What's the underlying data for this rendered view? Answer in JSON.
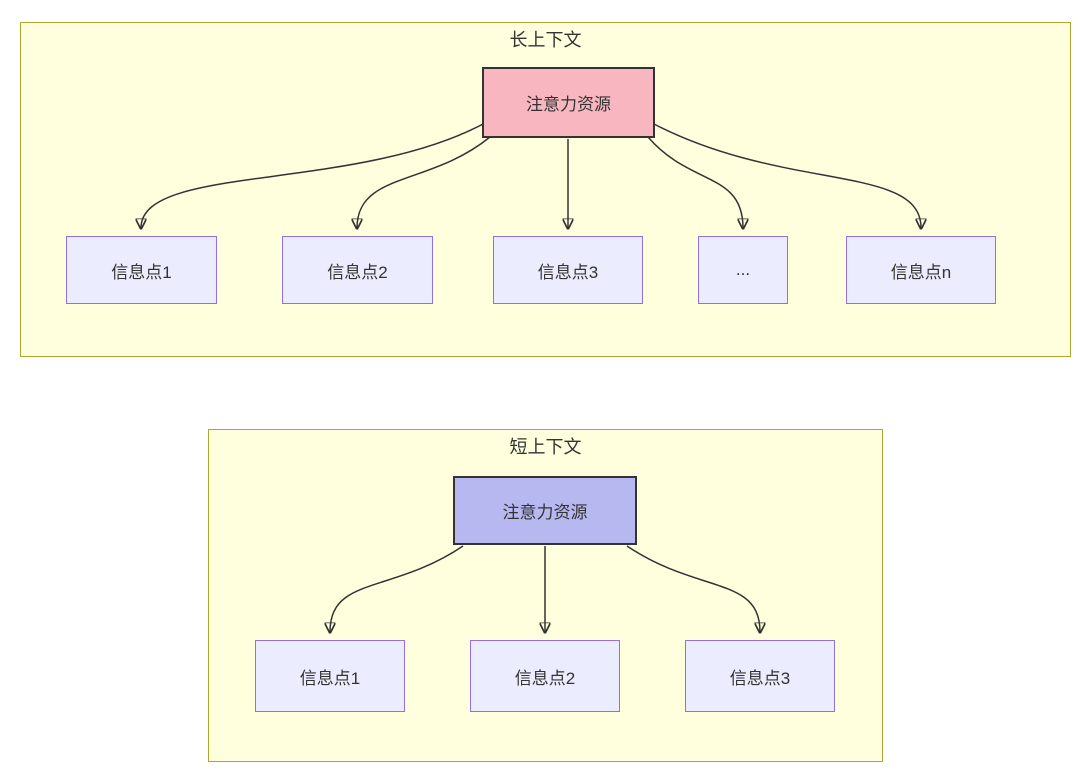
{
  "diagram": {
    "sections": [
      {
        "id": "long-context",
        "title": "长上下文",
        "center_node": {
          "label": "注意力资源",
          "fill": "#f8b7c0",
          "border": "#333333"
        },
        "children": [
          {
            "label": "信息点1"
          },
          {
            "label": "信息点2"
          },
          {
            "label": "信息点3"
          },
          {
            "label": "..."
          },
          {
            "label": "信息点n"
          }
        ]
      },
      {
        "id": "short-context",
        "title": "短上下文",
        "center_node": {
          "label": "注意力资源",
          "fill": "#b8b8f0",
          "border": "#333333"
        },
        "children": [
          {
            "label": "信息点1"
          },
          {
            "label": "信息点2"
          },
          {
            "label": "信息点3"
          }
        ]
      }
    ],
    "colors": {
      "cluster_fill": "#ffffde",
      "cluster_border": "#aaaa33",
      "node_fill": "#ececff",
      "node_border": "#9370db",
      "accent_pink": "#f8b7c0",
      "accent_purple": "#b8b8f0",
      "text": "#333333",
      "arrow": "#333333"
    }
  }
}
